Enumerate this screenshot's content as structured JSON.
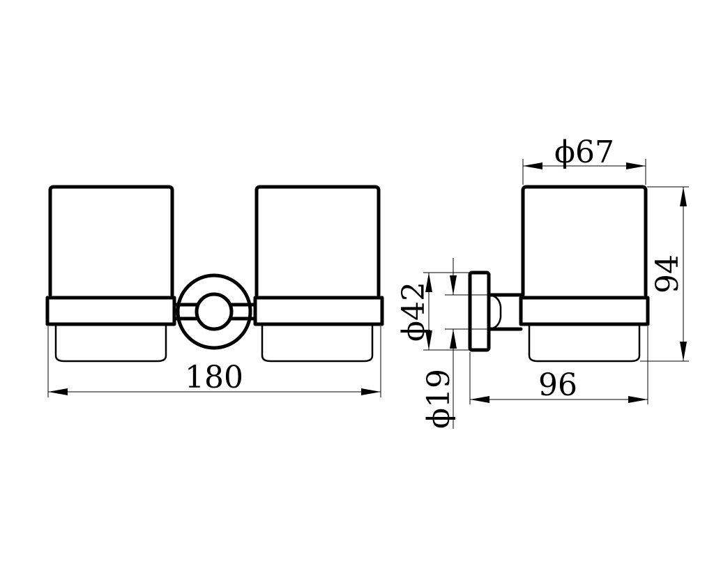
{
  "dimensions": {
    "overall_width": "180",
    "cup_diameter": "ϕ67",
    "height": "94",
    "depth": "96",
    "base_diameter": "ϕ42",
    "post_diameter": "ϕ19"
  }
}
